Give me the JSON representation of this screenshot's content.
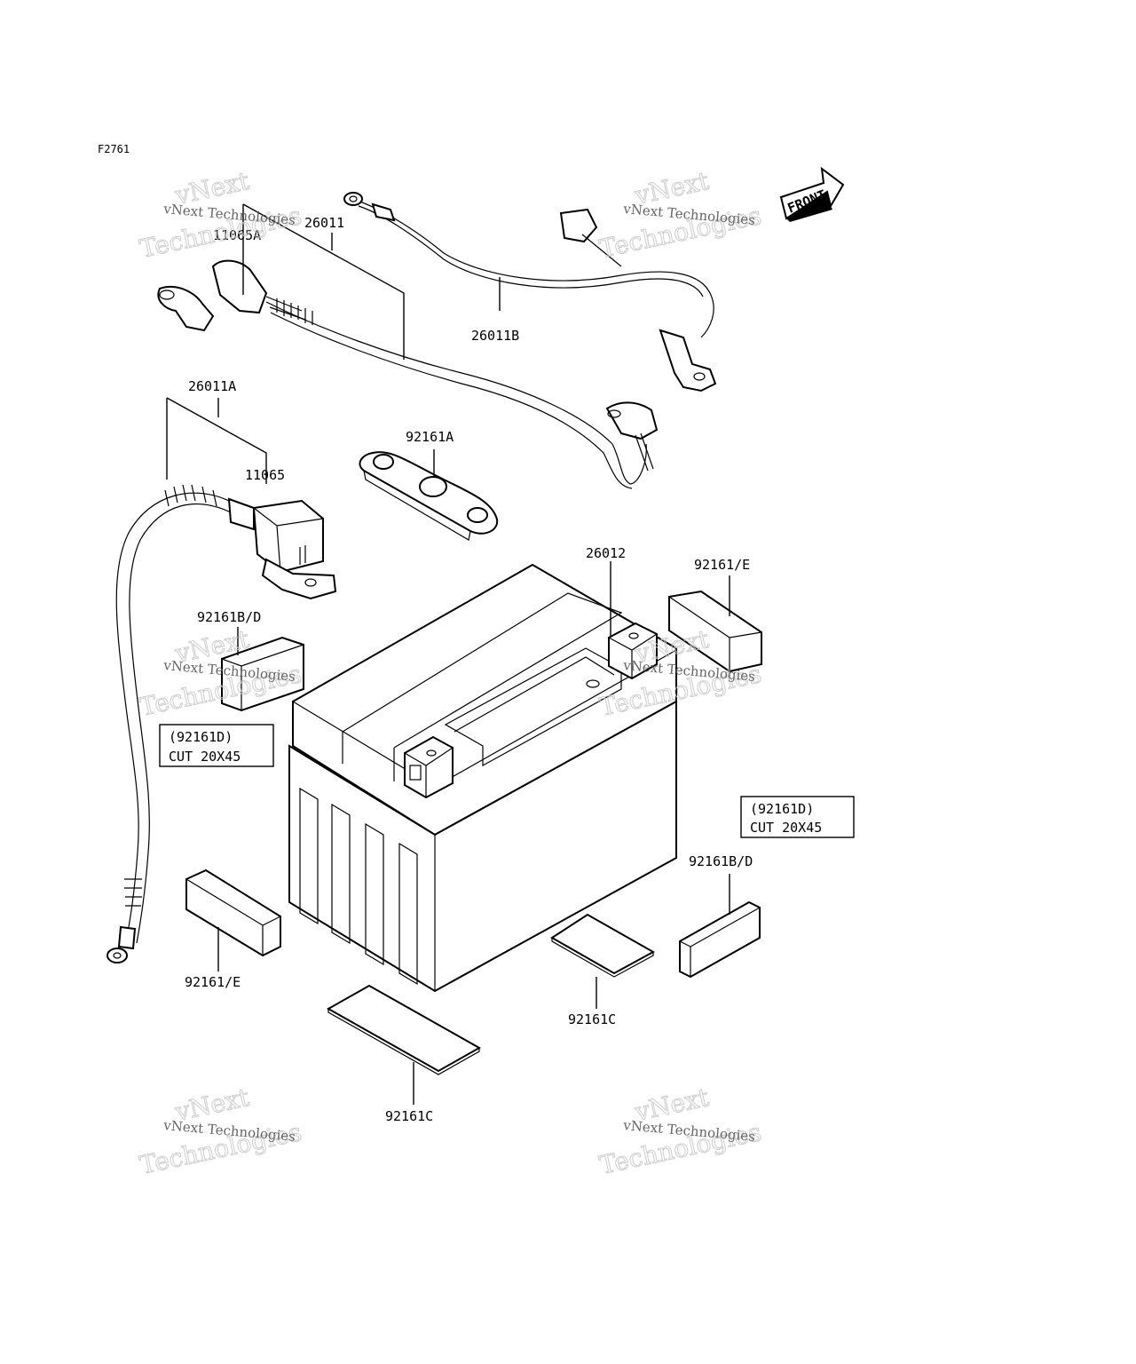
{
  "figure_id": "F2761",
  "front_arrow": "FRONT",
  "watermark": {
    "small": "vNext Technologies",
    "big_line1": "vNext",
    "big_line2": "Technologies"
  },
  "part_labels": {
    "p11065A": "11065A",
    "p26011": "26011",
    "p26011B": "26011B",
    "p26011A": "26011A",
    "p92161A": "92161A",
    "p11065": "11065",
    "p26012": "26012",
    "p92161E_top": "92161/E",
    "p92161BD_left": "92161B/D",
    "p92161BD_right": "92161B/D",
    "p92161E_bottom": "92161/E",
    "p92161C_right": "92161C",
    "p92161C_bottom": "92161C"
  },
  "notes": {
    "left": {
      "line1": "(92161D)",
      "line2": "CUT  20X45"
    },
    "right": {
      "line1": "(92161D)",
      "line2": "CUT  20X45"
    }
  }
}
